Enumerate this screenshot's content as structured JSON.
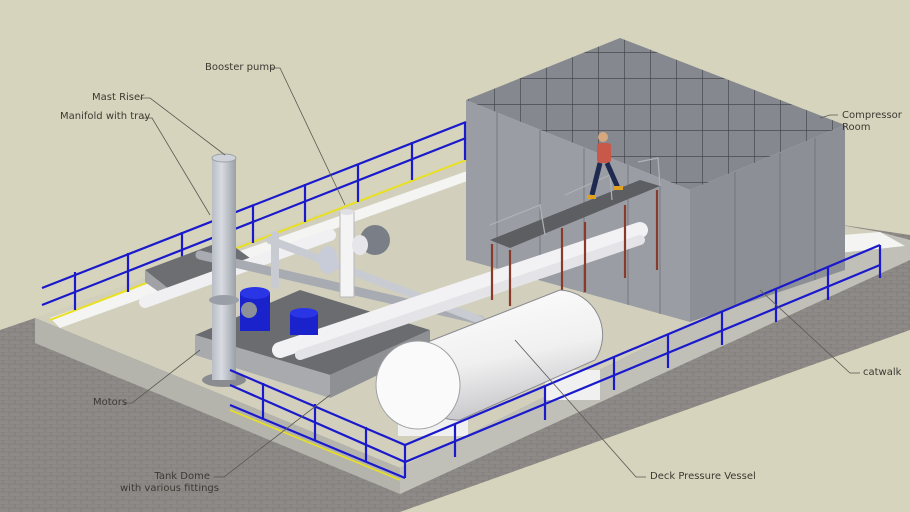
{
  "diagram": {
    "style": "SketchUp 3D model, isometric view",
    "background_color": "#d6d4bd",
    "colors": {
      "railing": "#1a1acc",
      "safety_stripe": "#e8e020",
      "concrete": "#c4c4bc",
      "paving": "#8a8684",
      "compressor_room": "#8c9096",
      "motor_blue": "#1a22cc",
      "catwalk_frame": "#8a3a2a",
      "pipe": "#e8e8ea"
    }
  },
  "labels": {
    "booster_pump": "Booster pump",
    "mast_riser": "Mast Riser",
    "manifold_with_tray": "Manifold with tray",
    "compressor_room_line1": "Compressor",
    "compressor_room_line2": "Room",
    "catwalk": "catwalk",
    "motors": "Motors",
    "tank_dome_line1": "Tank Dome",
    "tank_dome_line2": "with various fittings",
    "deck_pressure_vessel": "Deck Pressure Vessel"
  }
}
